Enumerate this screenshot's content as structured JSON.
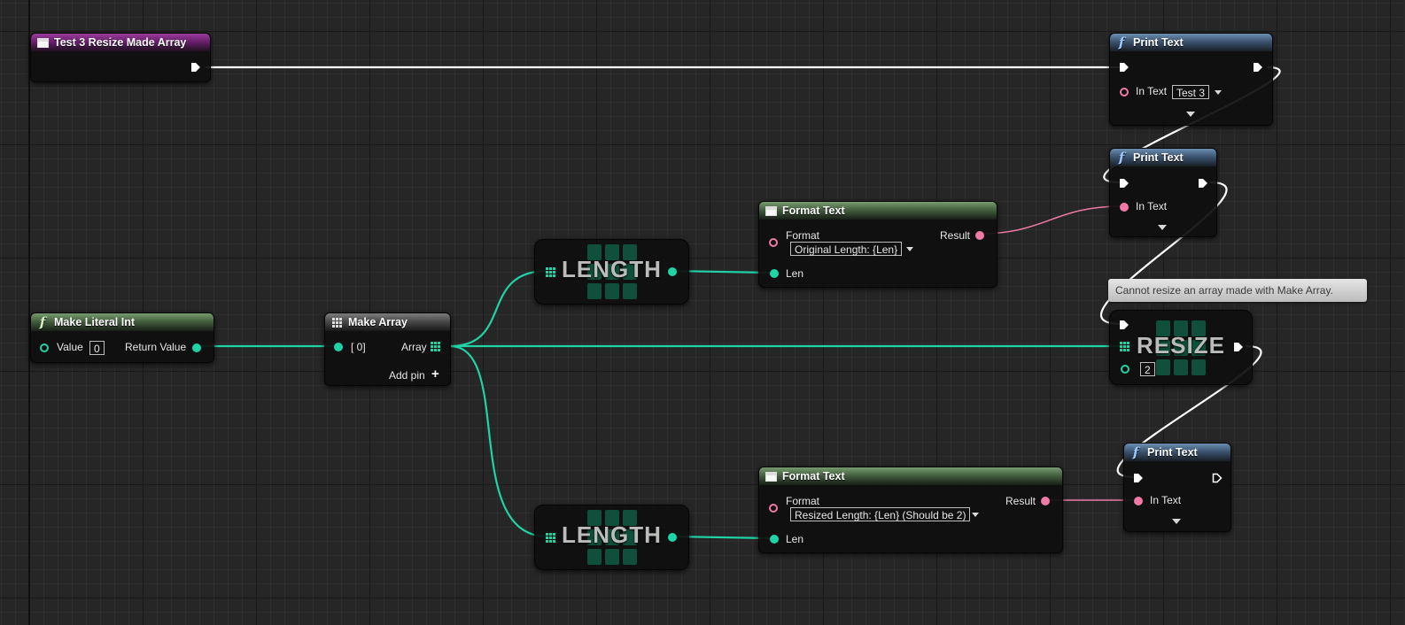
{
  "colors": {
    "exec": "#ffffff",
    "int_wire": "#1fd3a5",
    "text_wire": "#ef7aa8",
    "background": "#262626"
  },
  "nodes": {
    "event": {
      "title": "Test 3 Resize Made Array",
      "icon": "event-icon"
    },
    "make_literal": {
      "title": "Make Literal Int",
      "icon": "function-icon",
      "value_label": "Value",
      "value": "0",
      "return_label": "Return Value"
    },
    "make_array": {
      "title": "Make Array",
      "icon": "make-array-icon",
      "pin0_label": "[ 0]",
      "array_label": "Array",
      "add_pin_label": "Add pin",
      "add_icon": "plus-icon"
    },
    "length1": {
      "title": "LENGTH"
    },
    "length2": {
      "title": "LENGTH"
    },
    "format1": {
      "title": "Format Text",
      "format_label": "Format",
      "format_value": "Original Length: {Len}",
      "result_label": "Result",
      "len_label": "Len"
    },
    "format2": {
      "title": "Format Text",
      "format_label": "Format",
      "format_value": "Resized Length: {Len} (Should be 2)",
      "result_label": "Result",
      "len_label": "Len"
    },
    "print1": {
      "title": "Print Text",
      "in_text_label": "In Text",
      "in_text_value": "Test 3"
    },
    "print2": {
      "title": "Print Text",
      "in_text_label": "In Text"
    },
    "print3": {
      "title": "Print Text",
      "in_text_label": "In Text"
    },
    "resize": {
      "title": "RESIZE",
      "size_value": "2",
      "tooltip": "Cannot resize an array made with Make Array."
    }
  }
}
